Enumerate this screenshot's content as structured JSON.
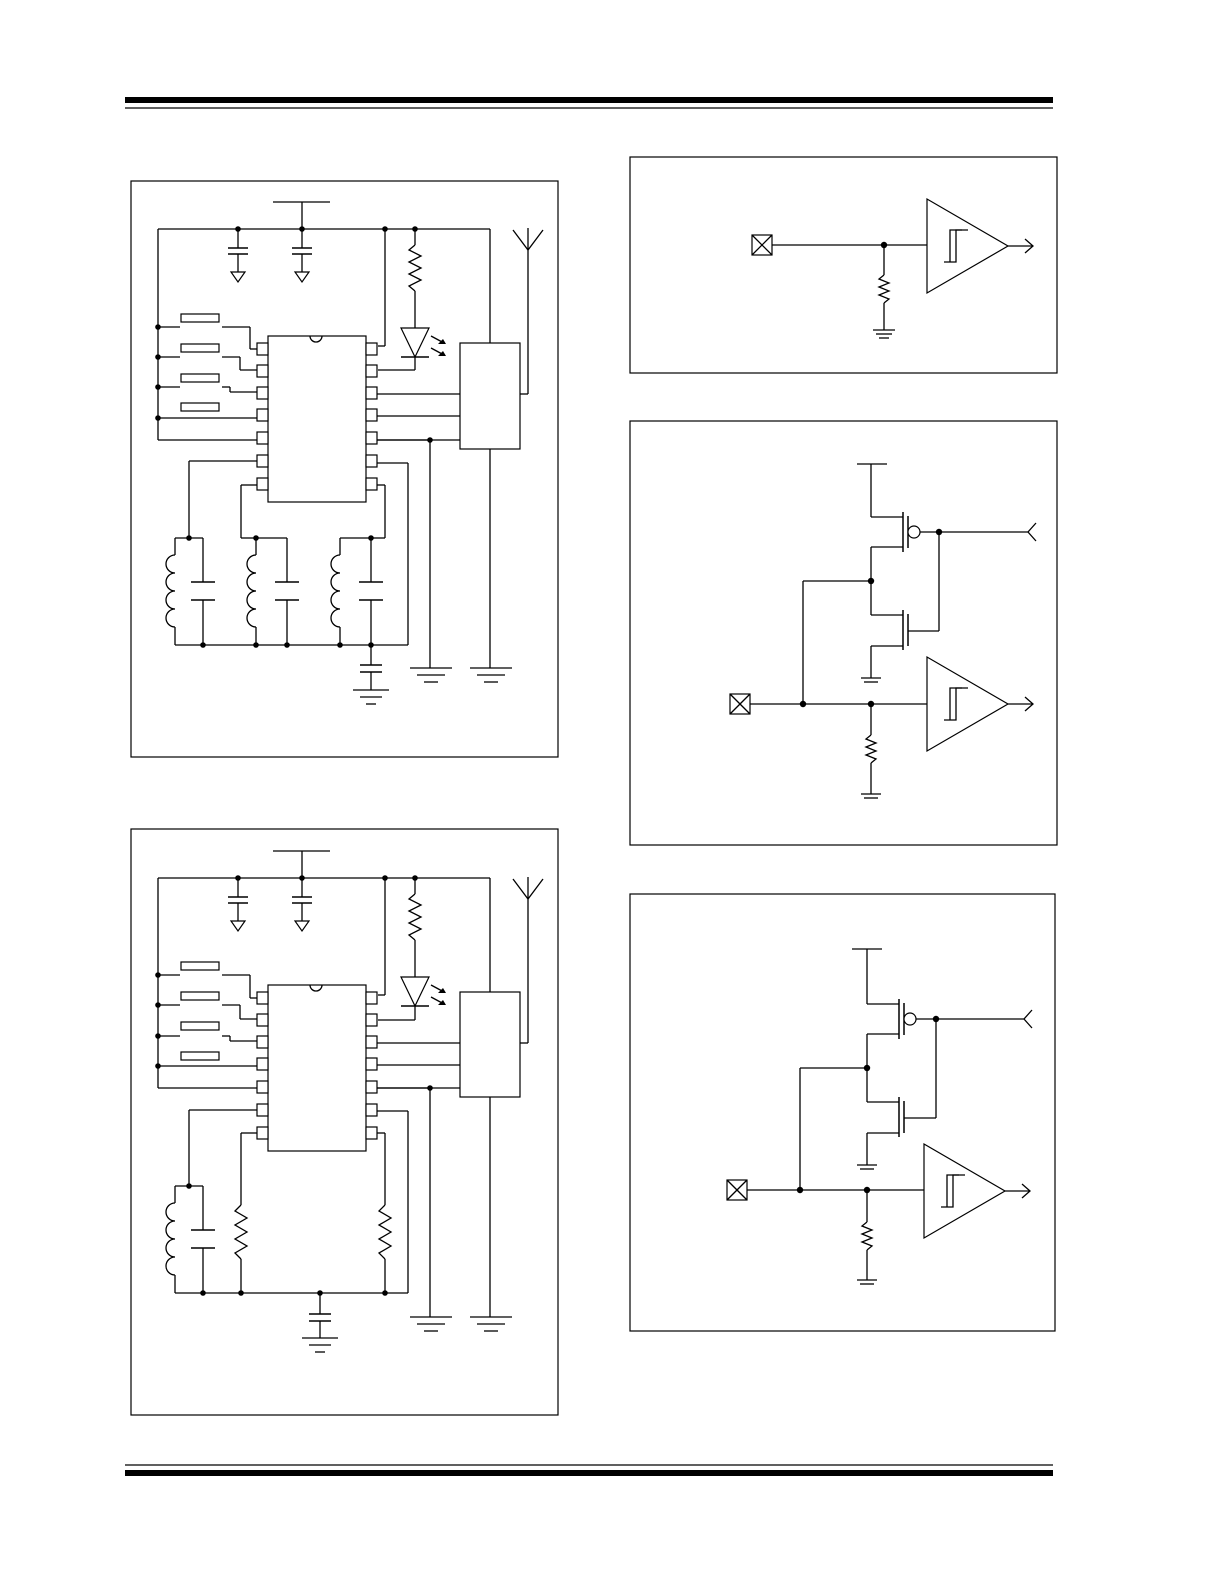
{
  "document": {
    "page_text": []
  },
  "figures": [
    {
      "id": "app-circuit-1",
      "kind": "schematic",
      "text": []
    },
    {
      "id": "app-circuit-2",
      "kind": "schematic",
      "text": []
    },
    {
      "id": "input-circuit-1",
      "kind": "schematic",
      "text": []
    },
    {
      "id": "input-circuit-2",
      "kind": "schematic",
      "text": []
    },
    {
      "id": "input-circuit-3",
      "kind": "schematic",
      "text": []
    }
  ],
  "colors": {
    "ink": "#000000",
    "paper": "#ffffff"
  }
}
